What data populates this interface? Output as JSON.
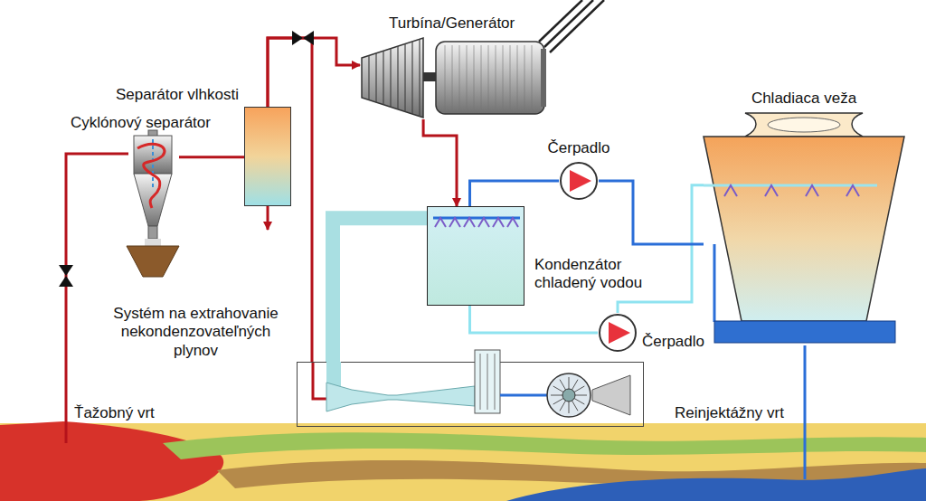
{
  "diagram": {
    "nodes": [
      {
        "text": [
          "Cyklónový separátor"
        ]
      },
      {
        "text": [
          "Separátor vlhkosti"
        ]
      },
      {
        "text": [
          "Turbína/Generátor"
        ]
      },
      {
        "text": [
          "Kondenzátor chladený vodou"
        ]
      },
      {
        "text": [
          "Čerpadlo"
        ]
      },
      {
        "text": [
          "Čerpadlo"
        ]
      },
      {
        "text": [
          "Chladiaca veža"
        ]
      },
      {
        "text": [
          "Systém na extrahovanie nekondenzovateľných plynov"
        ]
      }
    ],
    "edges": [
      {
        "from": 0,
        "to": 1,
        "arrow": "none"
      },
      {
        "from": 1,
        "to": 2,
        "arrow": "to"
      },
      {
        "from": 2,
        "to": 3,
        "arrow": "to"
      },
      {
        "from": 3,
        "to": 5,
        "arrow": "none"
      },
      {
        "from": 5,
        "to": 6,
        "arrow": "none"
      },
      {
        "from": 6,
        "to": 4,
        "arrow": "none"
      },
      {
        "from": 4,
        "to": 3,
        "arrow": "none"
      },
      {
        "from": 1,
        "to": 7,
        "arrow": "none"
      },
      {
        "from": 3,
        "to": 7,
        "arrow": "none"
      }
    ],
    "labels": [
      "Ťažobný vrt",
      "Reinjektážny vrt"
    ]
  }
}
